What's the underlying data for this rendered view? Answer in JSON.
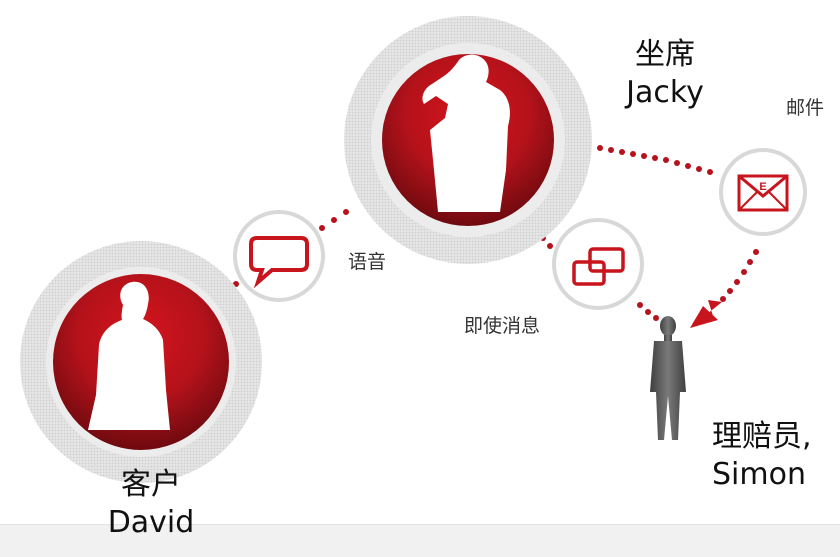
{
  "nodes": {
    "agent": {
      "title": "坐席",
      "name": "Jacky"
    },
    "customer": {
      "title": "客户",
      "name": "David"
    },
    "adjuster": {
      "title": "理赔员,",
      "name": "Simon"
    }
  },
  "channels": {
    "voice": "语音",
    "instant_message": "即使消息",
    "email": "邮件"
  },
  "email_icon_letter": "E",
  "colors": {
    "accent": "#b5121b",
    "dark_red": "#7a0a10",
    "ring_gray": "#d9d9d9",
    "person_gray": "#5a5a5a"
  }
}
